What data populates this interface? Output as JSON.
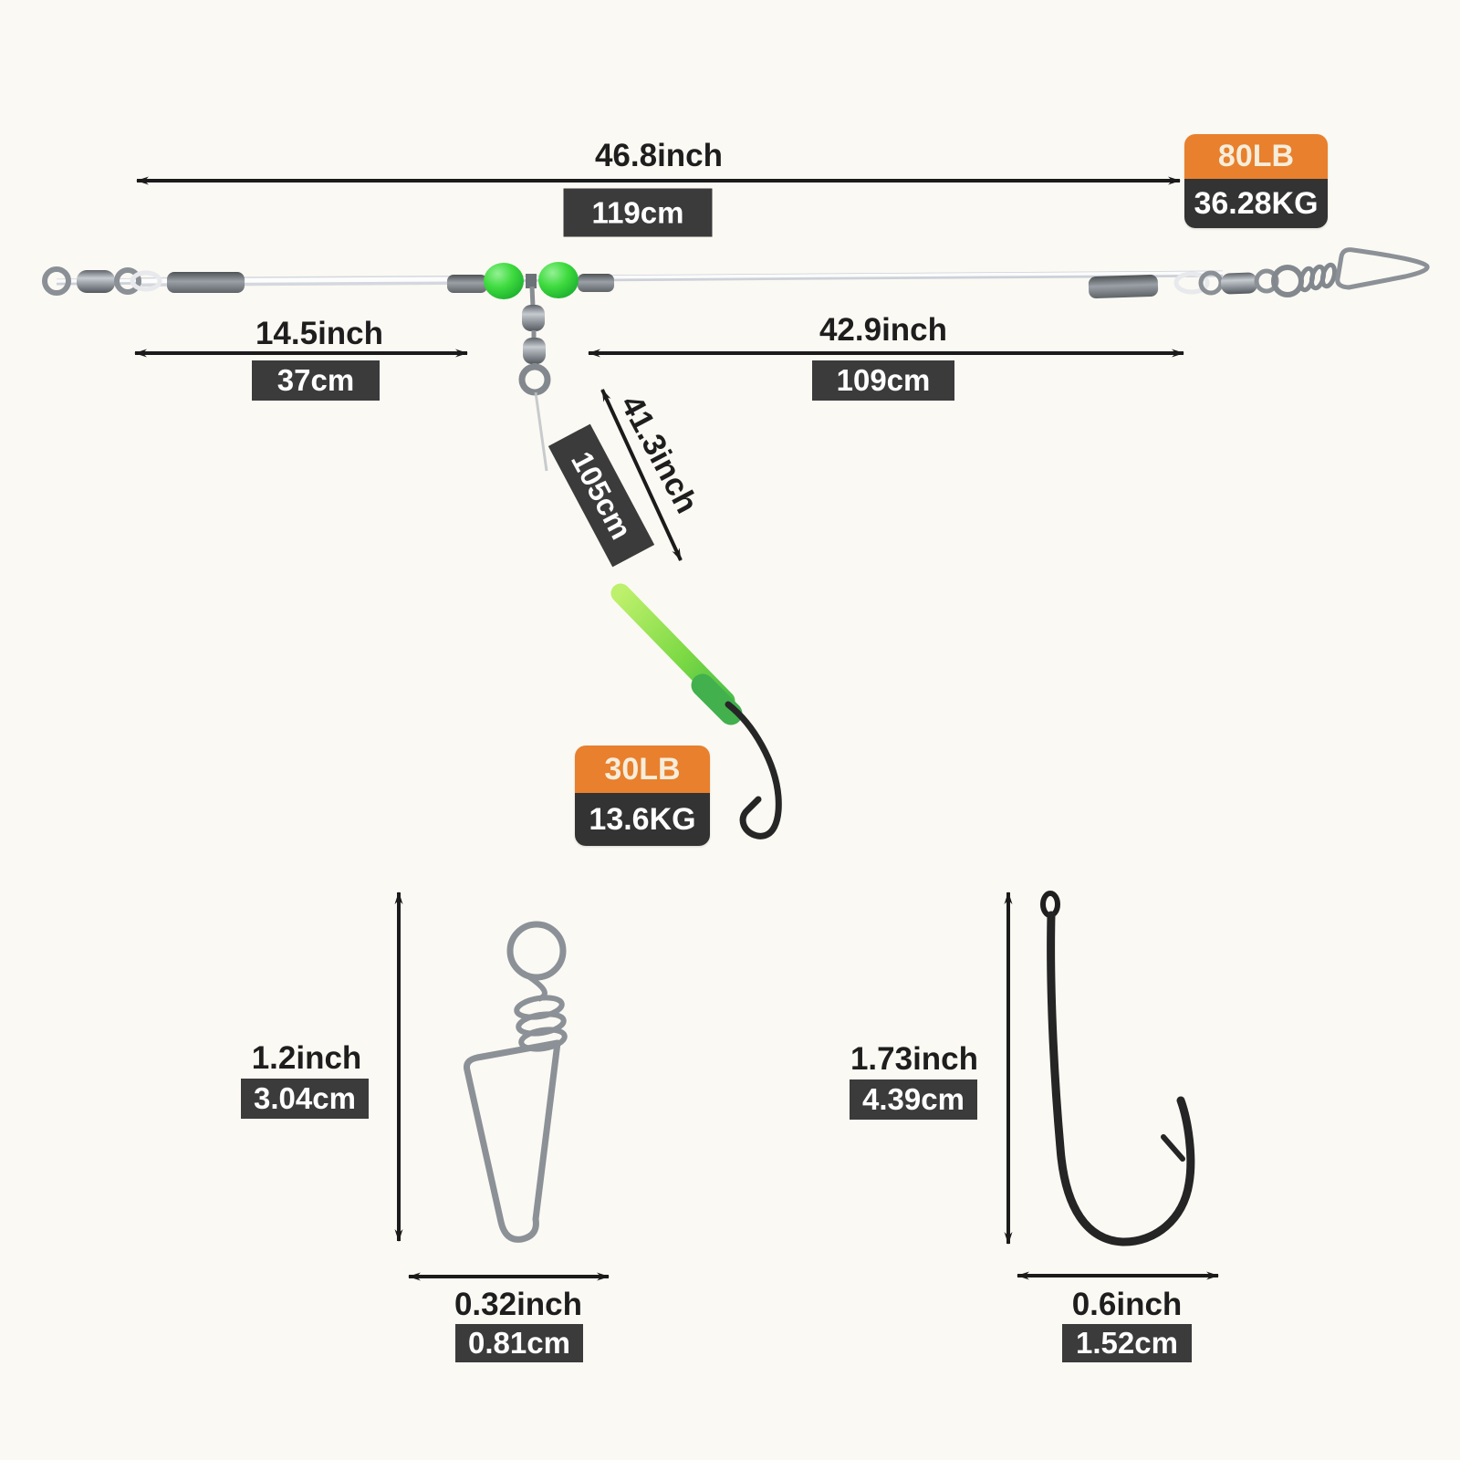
{
  "diagram": {
    "background": "#fbf9f3",
    "accent_orange": "#e8802d",
    "badge_dark": "#3b3b3b",
    "measurements": {
      "total": {
        "inch": "46.8inch",
        "cm": "119cm"
      },
      "left_segment": {
        "inch": "14.5inch",
        "cm": "37cm"
      },
      "right_segment": {
        "inch": "42.9inch",
        "cm": "109cm"
      },
      "dropper": {
        "inch": "41.3inch",
        "cm": "105cm"
      },
      "snap_height": {
        "inch": "1.2inch",
        "cm": "3.04cm"
      },
      "snap_width": {
        "inch": "0.32inch",
        "cm": "0.81cm"
      },
      "hook_height": {
        "inch": "1.73inch",
        "cm": "4.39cm"
      },
      "hook_width": {
        "inch": "0.6inch",
        "cm": "1.52cm"
      }
    },
    "ratings": {
      "main_line": {
        "lb": "80LB",
        "kg": "36.28KG"
      },
      "dropper_line": {
        "lb": "30LB",
        "kg": "13.6KG"
      }
    },
    "icons": {
      "leader_line": "white-leader-line",
      "barrel_swivel": "barrel-swivel",
      "crimp_sleeve": "crimp-sleeve",
      "luminous_beads": "green-luminous-beads",
      "three_way_swivel": "three-way-swivel",
      "duo_lock_snap": "duo-lock-snap",
      "glow_tube": "green-glow-tube",
      "fishing_hook": "fishing-hook",
      "dimension_arrow": "double-headed-arrow"
    }
  }
}
